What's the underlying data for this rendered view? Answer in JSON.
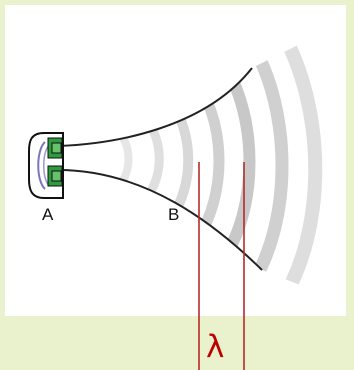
{
  "labels": {
    "point_a": "A",
    "point_b": "B",
    "wavelength": "λ"
  },
  "colors": {
    "page_background": "#e9f2cd",
    "panel_background": "#ffffff",
    "horn_outline": "#222222",
    "speaker_green": "#2e9b3e",
    "wave_gray": "#bdbdbd",
    "wavelength_marker": "#b42b2b"
  }
}
